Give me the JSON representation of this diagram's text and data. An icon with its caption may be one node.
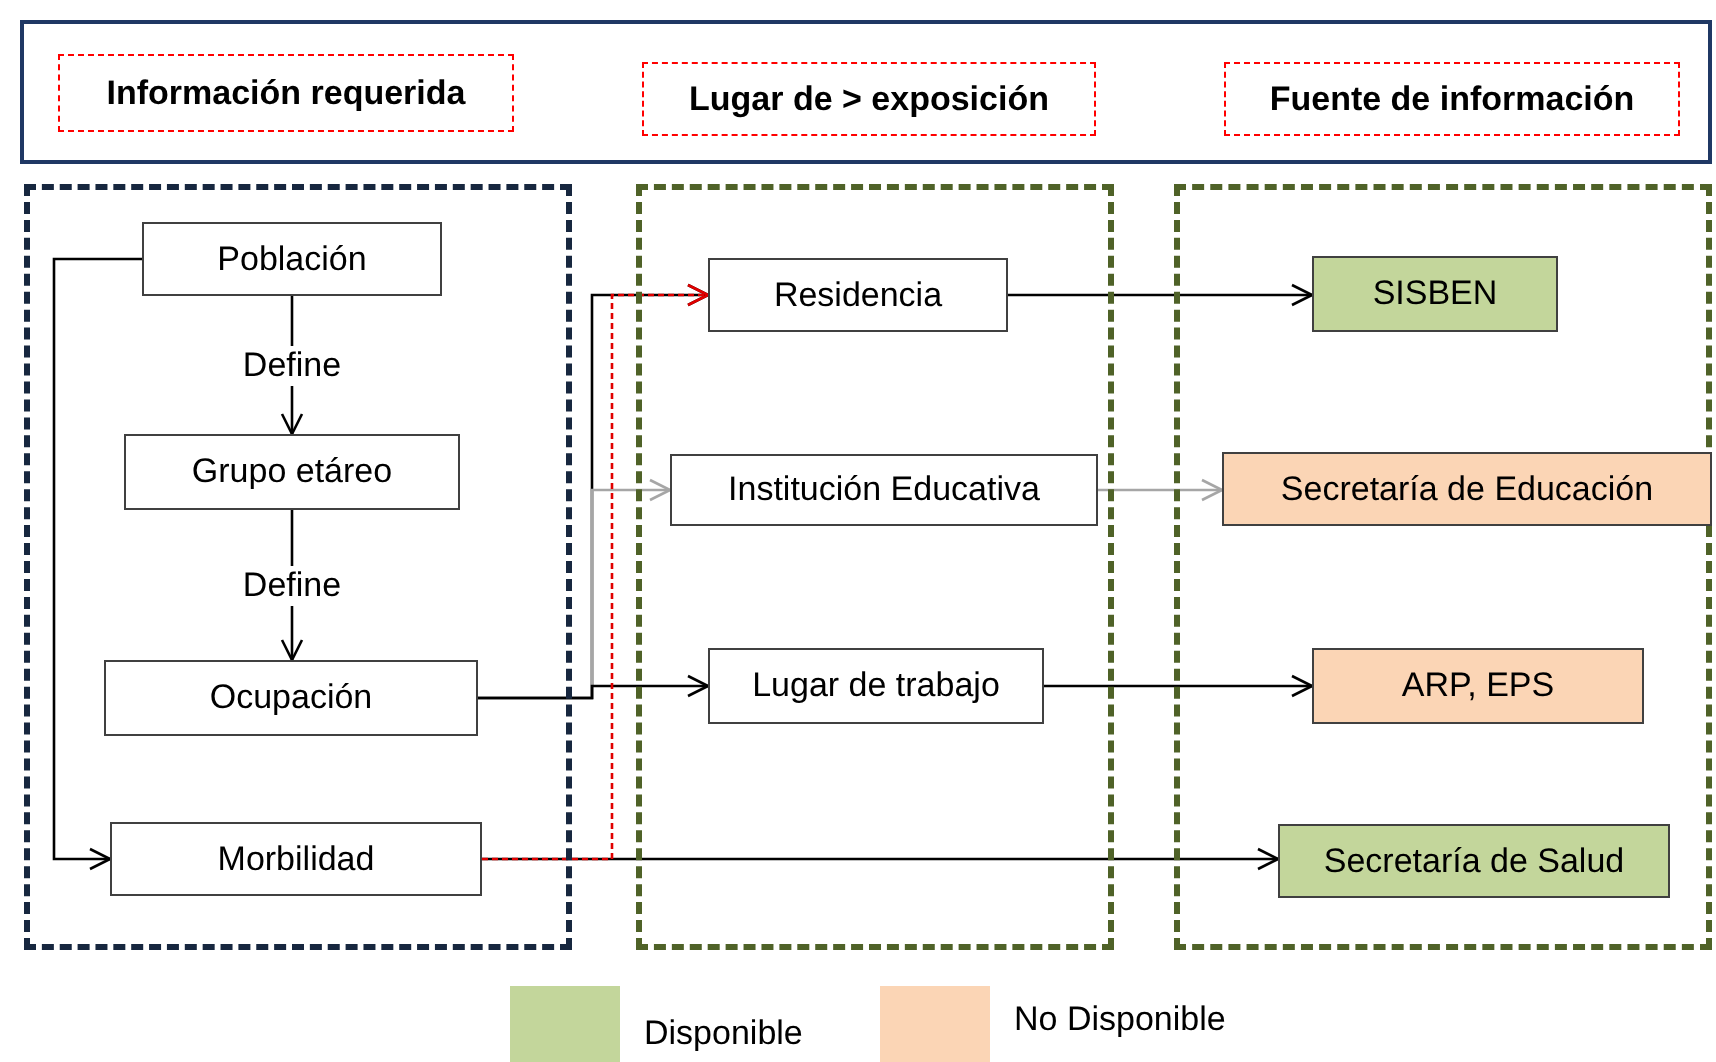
{
  "diagram": {
    "nodes": [
      {
        "text": [],
        "shape": "box"
      },
      {
        "text": [
          "Información requerida"
        ],
        "in": 0
      },
      {
        "text": [
          "Lugar de > exposición"
        ],
        "in": 0
      },
      {
        "text": [
          "Fuente de información"
        ],
        "in": 0
      },
      {
        "text": [],
        "shape": "box"
      },
      {
        "text": [],
        "shape": "box"
      },
      {
        "text": [],
        "shape": "box"
      },
      {
        "text": [
          "Población"
        ],
        "in": 4
      },
      {
        "text": [
          "Grupo etáreo"
        ],
        "in": 4
      },
      {
        "text": [
          "Ocupación"
        ],
        "in": 4
      },
      {
        "text": [
          "Morbilidad"
        ],
        "in": 4
      },
      {
        "text": [
          "Residencia"
        ],
        "in": 5
      },
      {
        "text": [
          "Institución Educativa"
        ],
        "in": 5
      },
      {
        "text": [
          "Lugar de trabajo"
        ],
        "in": 5
      },
      {
        "text": [
          "SISBEN"
        ],
        "in": 6
      },
      {
        "text": [
          "Secretaría de Educación"
        ],
        "in": 6
      },
      {
        "text": [
          "ARP, EPS"
        ],
        "in": 6
      },
      {
        "text": [
          "Secretaría de Salud"
        ],
        "in": 6
      }
    ],
    "edges": [
      {
        "from": 7,
        "to": 8,
        "arrow": "to",
        "label": "Define"
      },
      {
        "from": 8,
        "to": 9,
        "arrow": "to",
        "label": "Define"
      },
      {
        "from": 7,
        "to": 10,
        "arrow": "to"
      },
      {
        "from": 9,
        "to": 11,
        "arrow": "to"
      },
      {
        "from": 9,
        "to": 12,
        "arrow": "to",
        "color": "#a6a6a6"
      },
      {
        "from": 9,
        "to": 13,
        "arrow": "to"
      },
      {
        "from": 10,
        "to": 11,
        "arrow": "to",
        "style": "dashed",
        "color": "#e00000"
      },
      {
        "from": 10,
        "to": 17,
        "arrow": "to"
      },
      {
        "from": 11,
        "to": 14,
        "arrow": "to"
      },
      {
        "from": 12,
        "to": 15,
        "arrow": "to",
        "color": "#a6a6a6"
      },
      {
        "from": 13,
        "to": 16,
        "arrow": "to"
      }
    ],
    "legend": [
      {
        "text": "Disponible",
        "color": "#c3d69b"
      },
      {
        "text": "No Disponible",
        "color": "#fbd5b5"
      }
    ]
  }
}
